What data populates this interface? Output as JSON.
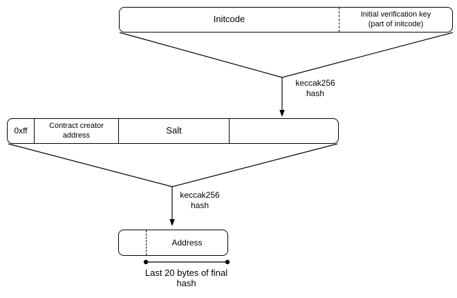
{
  "colors": {
    "background": "#ffffff",
    "stroke": "#000000",
    "text": "#000000"
  },
  "initcode_box": {
    "label": "Initcode",
    "right_label": "Initial verification key\n(part of initcode)"
  },
  "hash_step_1": {
    "label": "keccak256\nhash"
  },
  "preimage_box": {
    "segments": [
      {
        "label": "0xff"
      },
      {
        "label": "Contract creator\naddress"
      },
      {
        "label": "Salt"
      },
      {
        "label": ""
      }
    ]
  },
  "hash_step_2": {
    "label": "keccak256\nhash"
  },
  "address_box": {
    "label": "Address"
  },
  "bytes_annotation": {
    "label": "Last 20 bytes of final\nhash"
  }
}
